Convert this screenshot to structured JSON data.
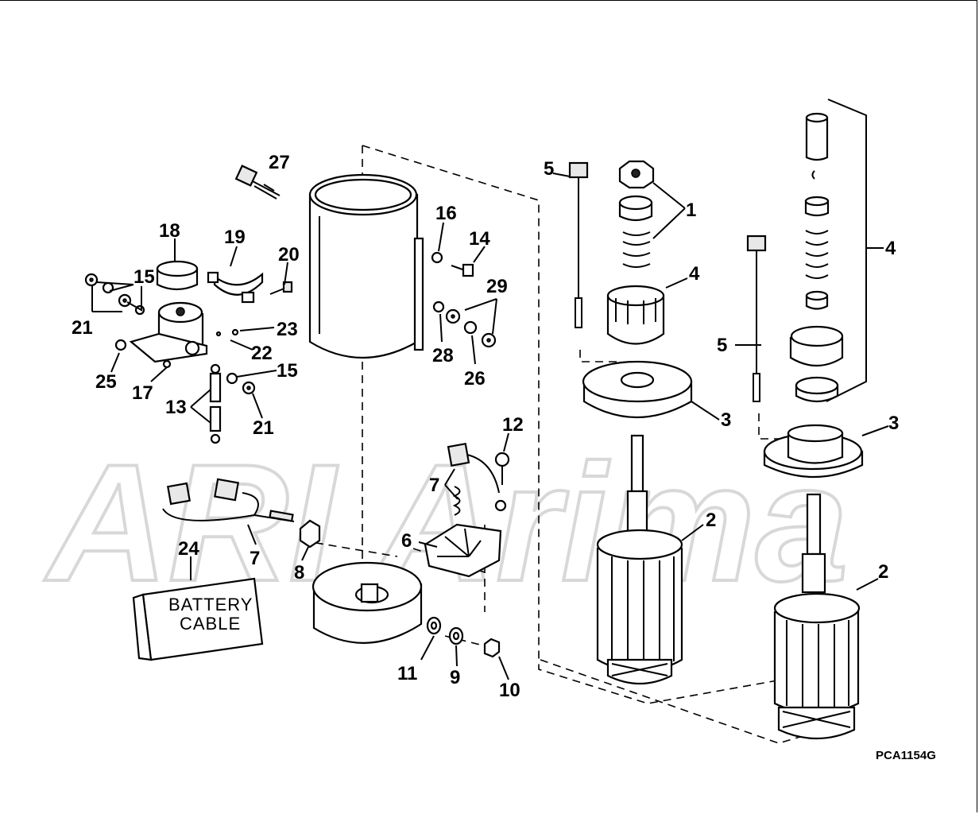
{
  "diagram": {
    "drawing_code": "PCA1154G",
    "battery_cable_label": [
      "BATTERY",
      "CABLE"
    ],
    "watermark_text": "ARI Arima",
    "callouts": {
      "c1": "1",
      "c2a": "2",
      "c2b": "2",
      "c3a": "3",
      "c3b": "3",
      "c4a": "4",
      "c4b": "4",
      "c5a": "5",
      "c5b": "5",
      "c6": "6",
      "c7a": "7",
      "c7b": "7",
      "c8": "8",
      "c9": "9",
      "c10": "10",
      "c11": "11",
      "c12": "12",
      "c13": "13",
      "c14": "14",
      "c15a": "15",
      "c15b": "15",
      "c16": "16",
      "c17": "17",
      "c18": "18",
      "c19": "19",
      "c20": "20",
      "c21a": "21",
      "c21b": "21",
      "c22": "22",
      "c23": "23",
      "c24": "24",
      "c25": "25",
      "c26": "26",
      "c27": "27",
      "c28": "28",
      "c29": "29"
    }
  }
}
